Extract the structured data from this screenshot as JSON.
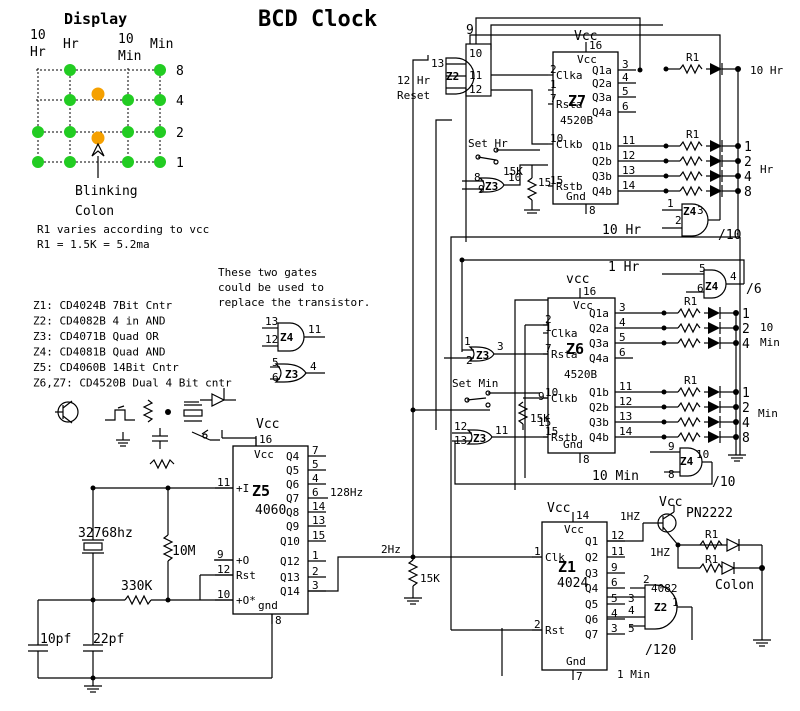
{
  "title": "BCD Clock",
  "display": {
    "heading": "Display",
    "col_labels": [
      "10\nHr",
      "Hr",
      "10\nMin",
      "Min"
    ],
    "row_labels": [
      "8",
      "4",
      "2",
      "1"
    ],
    "colon_label": "Blinking\nColon",
    "led_color": "#22cc22",
    "colon_color": "#f5a000"
  },
  "notes": {
    "r1_line1": "R1 varies according to vcc",
    "r1_line2": "R1 = 1.5K = 5.2ma",
    "gates_note": "These two gates\ncould be used to\nreplace the transistor."
  },
  "parts_list": [
    "Z1: CD4024B  7Bit Cntr",
    "Z2: CD4082B  4 in AND",
    "Z3: CD4071B  Quad OR",
    "Z4: CD4081B  Quad AND",
    "Z5: CD4060B  14Bit Cntr",
    "Z6,Z7: CD4520B Dual 4 Bit cntr"
  ],
  "chips": {
    "z5": {
      "name": "Z5",
      "part": "4060",
      "vcc": "Vcc",
      "gnd": "gnd"
    },
    "z1": {
      "name": "Z1",
      "part": "4024",
      "vcc": "Vcc",
      "gnd": "Gnd"
    },
    "z6": {
      "name": "Z6",
      "part": "4520B",
      "vcc": "Vcc",
      "gnd": "Gnd"
    },
    "z7": {
      "name": "Z7",
      "part": "4520B",
      "vcc": "Vcc",
      "gnd": "Gnd"
    }
  },
  "components": {
    "crystal": "32768hz",
    "r_feedback": "10M",
    "r_330k": "330K",
    "c1": "10pf",
    "c2": "22pf",
    "r_15k_mid": "15K",
    "r_15k_hr": "15K",
    "r_15k_min": "15K",
    "transistor": "PN2222",
    "r1": "R1"
  },
  "signals": {
    "hz128": "128Hz",
    "hz2": "2Hz",
    "hz1a": "1HZ",
    "hz1b": "1HZ",
    "one_hr": "1 Hr",
    "ten_hr": "10 Hr",
    "ten_min": "10 Min",
    "one_min": "1 Min",
    "div10_hr": "/10",
    "div6": "/6",
    "div10_min": "/10",
    "div120": "/120",
    "reset12": "12 Hr\nReset",
    "set_hr": "Set Hr",
    "set_min": "Set Min",
    "out_10hr": "10 Hr",
    "out_hr": "Hr",
    "out_10min": "10\nMin",
    "out_min": "Min",
    "out_colon": "Colon",
    "vcc": "Vcc",
    "vcc_lower": "vcc"
  }
}
